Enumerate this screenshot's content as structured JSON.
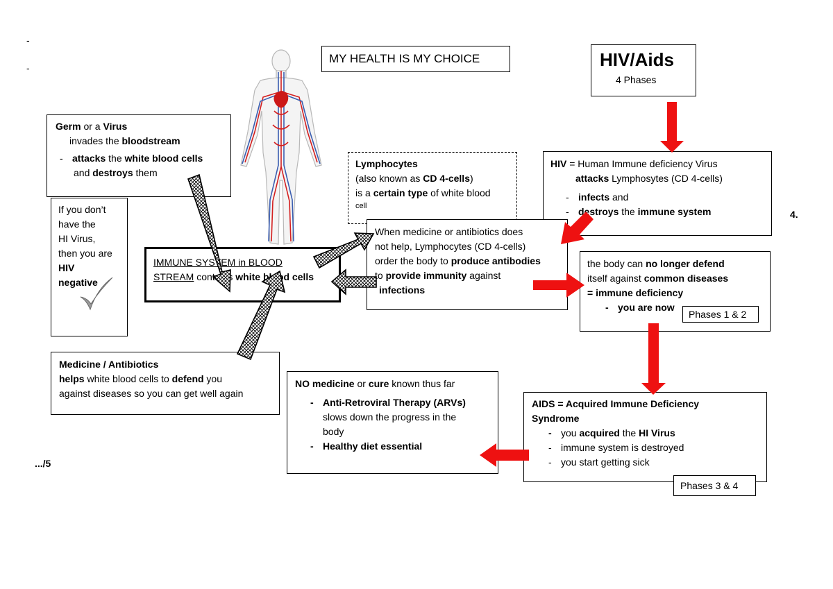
{
  "margin_dashes": [
    "-",
    "-"
  ],
  "title": "MY HEALTH IS MY CHOICE",
  "hiv_header": {
    "title": "HIV/Aids",
    "subtitle": "4 Phases"
  },
  "page_number": "4.",
  "page_footer": ".../5",
  "germ_box": {
    "l1_a": "Germ",
    "l1_b": " or a ",
    "l1_c": "Virus",
    "l2_a": "invades the ",
    "l2_b": "bloodstream",
    "l3_dash": "-",
    "l3_a": "attacks",
    "l3_b": " the ",
    "l3_c": "white blood cells",
    "l4_a": "and ",
    "l4_b": "destroys",
    "l4_c": " them"
  },
  "negative_box": {
    "lines": [
      "If you don’t",
      "have the",
      "HI Virus,",
      "then you are"
    ],
    "bold_lines": [
      "HIV",
      "negative"
    ]
  },
  "immune_box": {
    "l1": "IMMUNE SYSTEM in BLOOD",
    "l2_a": "STREAM",
    "l2_b": " contains ",
    "l2_c": "white blood cells"
  },
  "lymph_box": {
    "l1": "Lymphocytes",
    "l2_a": "(also known as ",
    "l2_b": "CD 4-cells",
    "l2_c": ")",
    "l3_a": "is a ",
    "l3_b": "certain type",
    "l3_c": " of white blood",
    "l4": "cell"
  },
  "medicine_box": {
    "l1": "When medicine or antibiotics does",
    "l2": "not help, Lymphocytes (CD 4-cells)",
    "l3_a": "order the body to ",
    "l3_b": "produce antibodies",
    "l4_a": "to ",
    "l4_b": "provide immunity",
    "l4_c": " against",
    "l5": "infections"
  },
  "hiv_def_box": {
    "l1_a": "HIV",
    "l1_b": " = Human Immune deficiency Virus",
    "l2_a": "attacks",
    "l2_b": "  Lymphosytes (CD 4-cells)",
    "l3_dash": "-",
    "l3_a": "infects",
    "l3_b": " and",
    "l4_dash": "-",
    "l4_a": "destroys",
    "l4_b": " the ",
    "l4_c": "immune system"
  },
  "defend_box": {
    "l1_a": "the body can ",
    "l1_b": "no longer defend",
    "l2_a": "itself against ",
    "l2_b": "common diseases",
    "l3": "=  immune deficiency",
    "l4_dash": "-",
    "l4": "you are now"
  },
  "phases_12": "Phases 1 & 2",
  "antibiotics_box": {
    "l1": "Medicine / Antibiotics",
    "l2_a": "helps",
    "l2_b": " white blood cells to ",
    "l2_c": "defend",
    "l2_d": " you",
    "l3": "against  diseases  so you can get well again"
  },
  "nocure_box": {
    "l1_a": "NO medicine",
    "l1_b": " or ",
    "l1_c": "cure",
    "l1_d": " known thus far",
    "items": [
      {
        "dash": "-",
        "bold": "Anti-Retroviral Therapy  (ARVs)"
      },
      {
        "dash": "",
        "text": "slows down the progress in the"
      },
      {
        "dash": "",
        "text": "body"
      },
      {
        "dash": "-",
        "bold": "Healthy diet essential"
      }
    ]
  },
  "aids_box": {
    "l1": "AIDS  =  Acquired Immune Deficiency",
    "l2": "Syndrome",
    "l3_dash": "-",
    "l3_a": "you ",
    "l3_b": "acquired",
    "l3_c": " the ",
    "l3_d": "HI Virus",
    "l4_dash": "-",
    "l4": "immune system is destroyed",
    "l5_dash": "-",
    "l5": "you start getting sick"
  },
  "phases_34": "Phases  3 & 4",
  "icons": [
    "human-circulatory-system-icon",
    "checkmark-icon",
    "red-arrow-icon",
    "hatched-arrow-icon"
  ],
  "colors": {
    "arrow_red": "#ee1111",
    "artery_red": "#d42020",
    "vein_blue": "#3a5db0"
  }
}
